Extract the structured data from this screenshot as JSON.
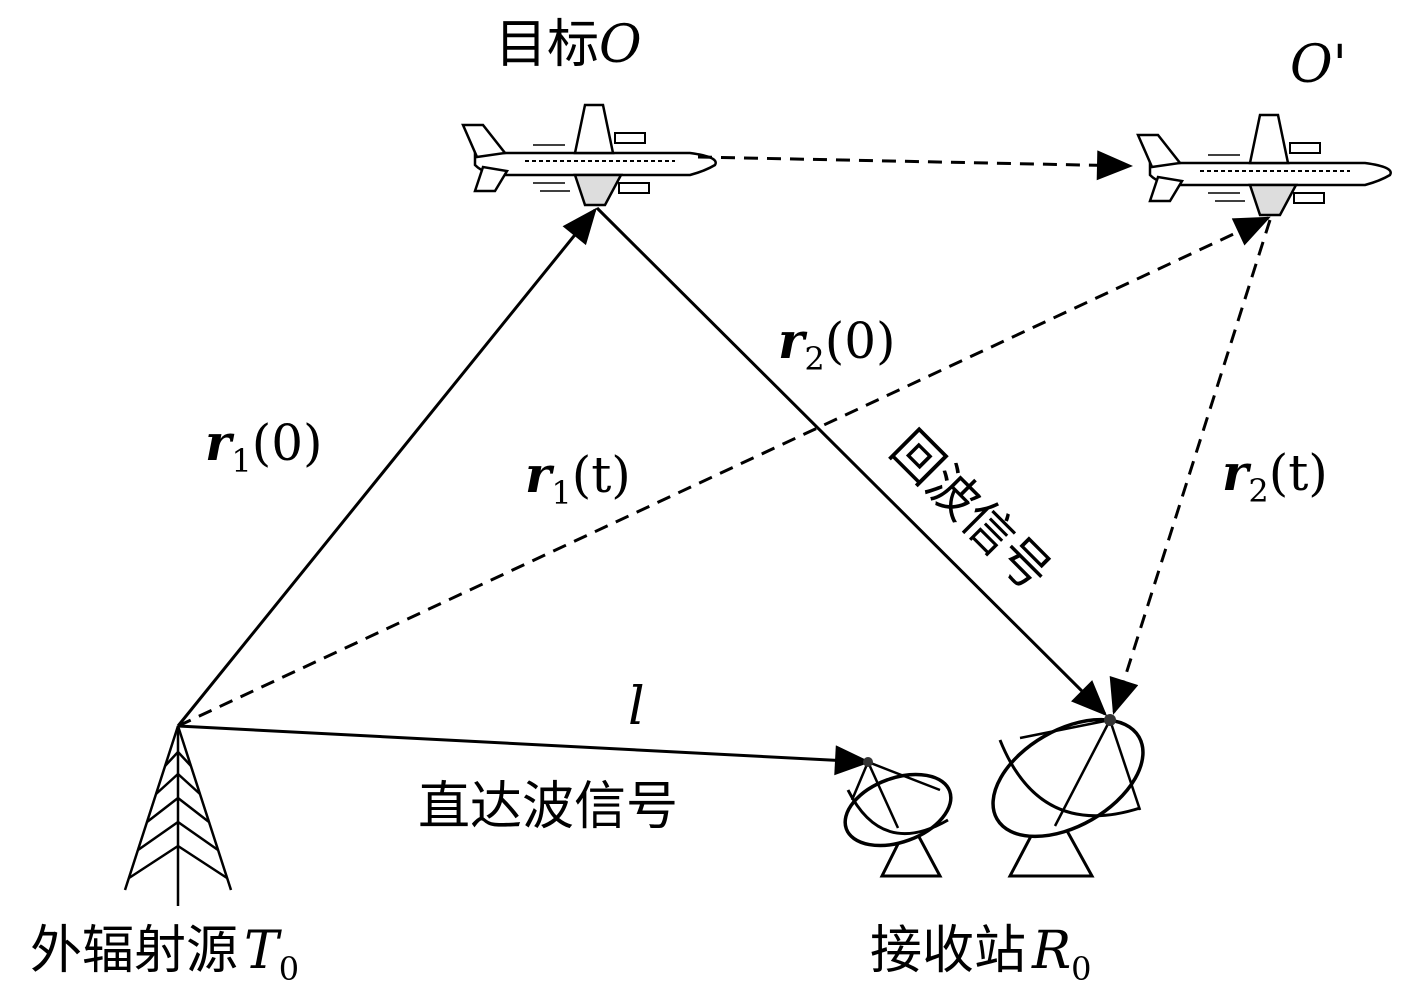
{
  "labels": {
    "target_prefix": "目标",
    "target_symbol": "O",
    "target_moved": "O'",
    "transmitter_prefix": "外辐射源",
    "transmitter_symbol": "T",
    "transmitter_sub": "0",
    "receiver_prefix": "接收站",
    "receiver_symbol": "R",
    "receiver_sub": "0",
    "baseline_symbol": "l",
    "direct_signal": "直达波信号",
    "echo_signal": "回波信号",
    "r1_0": {
      "vec": "r",
      "sub": "1",
      "arg": "(0)"
    },
    "r2_0": {
      "vec": "r",
      "sub": "2",
      "arg": "(0)"
    },
    "r1_t": {
      "vec": "r",
      "sub": "1",
      "arg": "(t)"
    },
    "r2_t": {
      "vec": "r",
      "sub": "2",
      "arg": "(t)"
    }
  },
  "icons": [
    "airplane-icon",
    "transmit-tower-icon",
    "dish-antenna-icon"
  ]
}
